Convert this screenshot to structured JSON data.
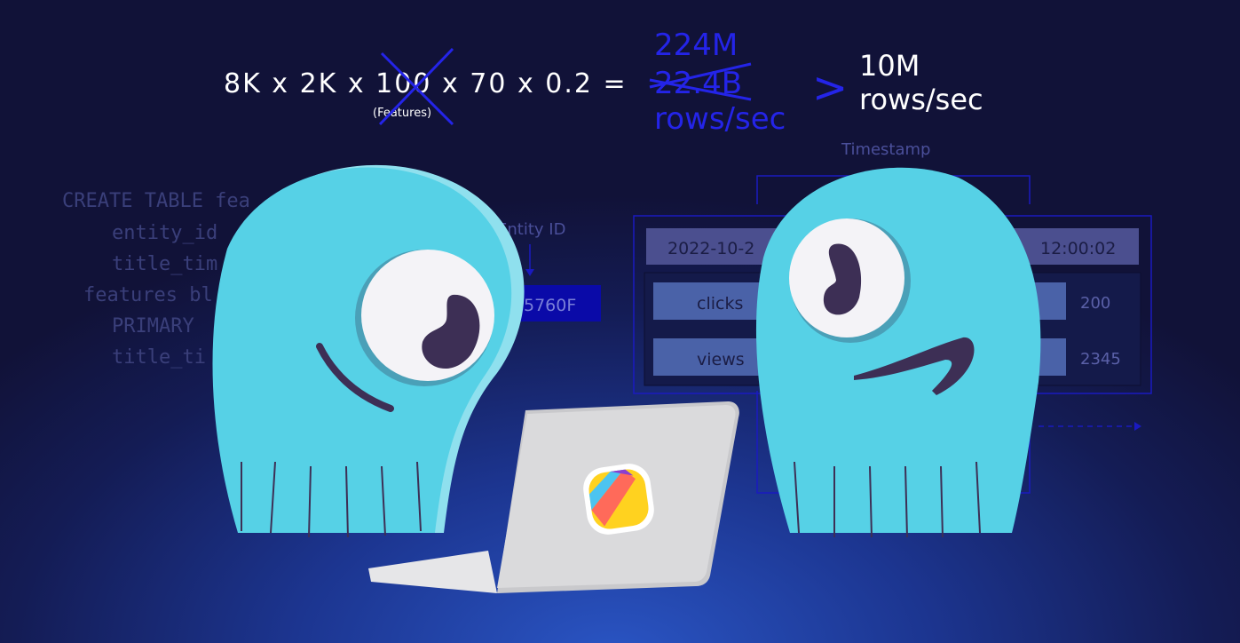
{
  "equation": {
    "left": "8K x 2K x 100 x 70 x 0.2 =",
    "features_note": "(Features)",
    "result_new": "224M",
    "result_old": "22.4B",
    "result_unit": "rows/sec",
    "comparison": ">",
    "target_value": "10M",
    "target_unit": "rows/sec"
  },
  "code_lines": [
    "CREATE TABLE fea",
    "entity_id",
    "title_tim",
    "features bl",
    "PRIMARY",
    "title_ti"
  ],
  "diagram": {
    "timestamp_label": "Timestamp",
    "entity_label": "Entity ID",
    "entity_value": "5760F",
    "timestamp_left": "2022-10-2",
    "timestamp_right": "12:00:02",
    "rows": [
      {
        "name": "clicks",
        "value": "200"
      },
      {
        "name": "views",
        "value": "2345"
      }
    ]
  },
  "colors": {
    "mascot": "#56d1e6",
    "pupil": "#3d2f55",
    "ink": "#2424e8"
  }
}
